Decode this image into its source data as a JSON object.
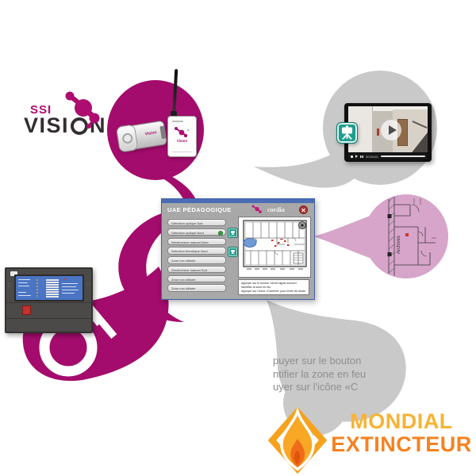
{
  "brand": {
    "ssi": "SSI",
    "vision_pre": "VISI",
    "vision_post": "N"
  },
  "devices": {
    "usb_label": "Vision",
    "radio_label": "Vision"
  },
  "window": {
    "title": "UAE PÉDAGOGIQUE",
    "logo_cordia": "cordia",
    "zone_buttons": [
      "Détection optique Sud",
      "Détection optique Nord",
      "Déclencheur manuel Nord",
      "Détection thermique Nord",
      "Zone non utilisée",
      "Déclencheur manuel Sud",
      "Zone non utilisée",
      "Zone non utilisée"
    ],
    "instructions": [
      "Appuyer sur le bouton «Arrêt signal sonore»",
      "Identifier la zone en feu",
      "Appuyer sur l'icône «Caméra» pour levée de doute"
    ]
  },
  "video": {
    "time": "00:00:00"
  },
  "plan_fragment": {
    "room_label": "Archives"
  },
  "overlay_steps": [
    "puyer sur le bouton",
    "ntifier la zone en feu",
    "uyer sur l'icône «C"
  ],
  "footer_logo": {
    "line1": "MONDIAL",
    "line2": "EXTINCTEUR"
  },
  "colors": {
    "magenta": "#a30c6c",
    "gray_blob": "#c9c9c9",
    "pink_blob": "#d7a4ca",
    "teal": "#1f9e8e",
    "title_blue": "#4a6db5",
    "gold": "#f9b233",
    "orange": "#f58220"
  }
}
